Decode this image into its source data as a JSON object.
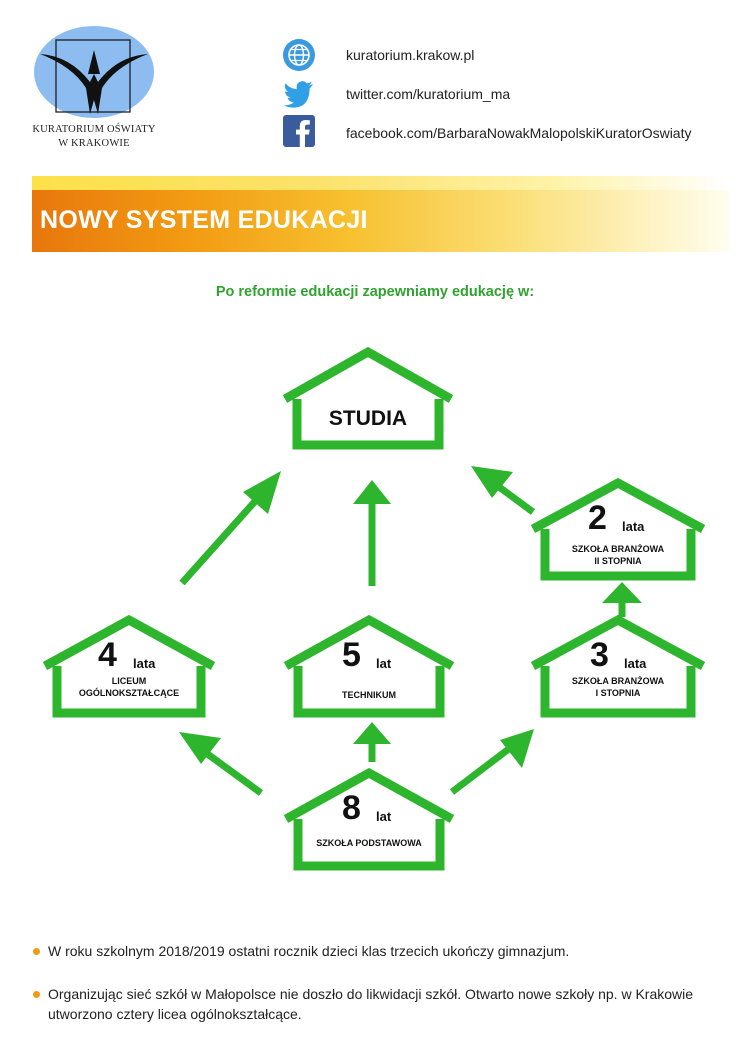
{
  "header": {
    "logo_line1": "KURATORIUM OŚWIATY",
    "logo_line2": "W KRAKOWIE",
    "links": [
      {
        "icon": "globe-icon",
        "text": "kuratorium.krakow.pl"
      },
      {
        "icon": "twitter-icon",
        "text": "twitter.com/kuratorium_ma"
      },
      {
        "icon": "facebook-icon",
        "text": "facebook.com/BarbaraNowakMalopolskiKuratorOswiaty"
      }
    ]
  },
  "banner": {
    "title": "NOWY SYSTEM EDUKACJI"
  },
  "subtitle": "Po reformie edukacji zapewniamy edukację w:",
  "diagram": {
    "studia": "STUDIA",
    "liceum": {
      "number": "4",
      "unit": "lata",
      "line1": "LICEUM",
      "line2": "OGÓLNOKSZTAŁCĄCE"
    },
    "technikum": {
      "number": "5",
      "unit": "lat",
      "line1": "TECHNIKUM"
    },
    "branzowa1": {
      "number": "3",
      "unit": "lata",
      "line1": "SZKOŁA BRANŻOWA",
      "line2": "I STOPNIA"
    },
    "branzowa2": {
      "number": "2",
      "unit": "lata",
      "line1": "SZKOŁA BRANŻOWA",
      "line2": "II STOPNIA"
    },
    "podstawowa": {
      "number": "8",
      "unit": "lat",
      "line1": "SZKOŁA PODSTAWOWA"
    }
  },
  "colors": {
    "house_green": "#2db52d",
    "accent_orange": "#f29a12"
  },
  "bullets": [
    "W roku szkolnym 2018/2019 ostatni rocznik dzieci klas trzecich ukończy gimnazjum.",
    "Organizując sieć szkół w Małopolsce nie doszło do likwidacji szkół. Otwarto nowe szkoły np. w Krakowie utworzono cztery licea ogólnokształcące."
  ]
}
